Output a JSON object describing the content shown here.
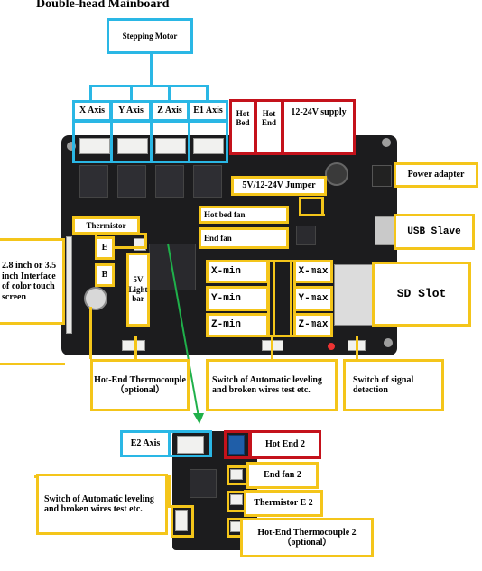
{
  "title": "Double-head Mainboard",
  "labels": {
    "stepping_motor": "Stepping Motor",
    "x_axis": "X Axis",
    "y_axis": "Y Axis",
    "z_axis": "Z Axis",
    "e1_axis": "E1 Axis",
    "hot_bed": "Hot Bed",
    "hot_end": "Hot End",
    "supply": "12-24V supply",
    "power_adapter": "Power adapter",
    "jumper": "5V/12-24V Jumper",
    "hot_bed_fan": "Hot bed fan",
    "end_fan": "End fan",
    "thermistor": "Thermistor",
    "e": "E",
    "b": "B",
    "light_bar": "5V Light bar",
    "touch_screen": "2.8 inch or 3.5 inch Interface of color touch screen",
    "usb_slave": "USB Slave",
    "x_min": "X-min",
    "y_min": "Y-min",
    "z_min": "Z-min",
    "x_max": "X-max",
    "y_max": "Y-max",
    "z_max": "Z-max",
    "sd_slot": "SD Slot",
    "hot_end_thermocouple": "Hot-End Thermocouple （optional）",
    "switch_auto_level": "Switch of Automatic leveling and broken wires test etc.",
    "switch_signal": "Switch of signal detection",
    "e2_axis": "E2 Axis",
    "hot_end_2": "Hot End 2",
    "end_fan_2": "End fan 2",
    "thermistor_e2": "Thermistor E 2",
    "hot_end_thermocouple_2": "Hot-End Thermocouple 2 （optional）",
    "switch_auto_level_2": "Switch of Automatic leveling and broken wires test etc."
  },
  "colors": {
    "yellow": "#f4c51a",
    "cyan": "#2ab7e5",
    "red": "#c4121b",
    "green": "#1fb04a",
    "board": "#1c1c1e"
  }
}
